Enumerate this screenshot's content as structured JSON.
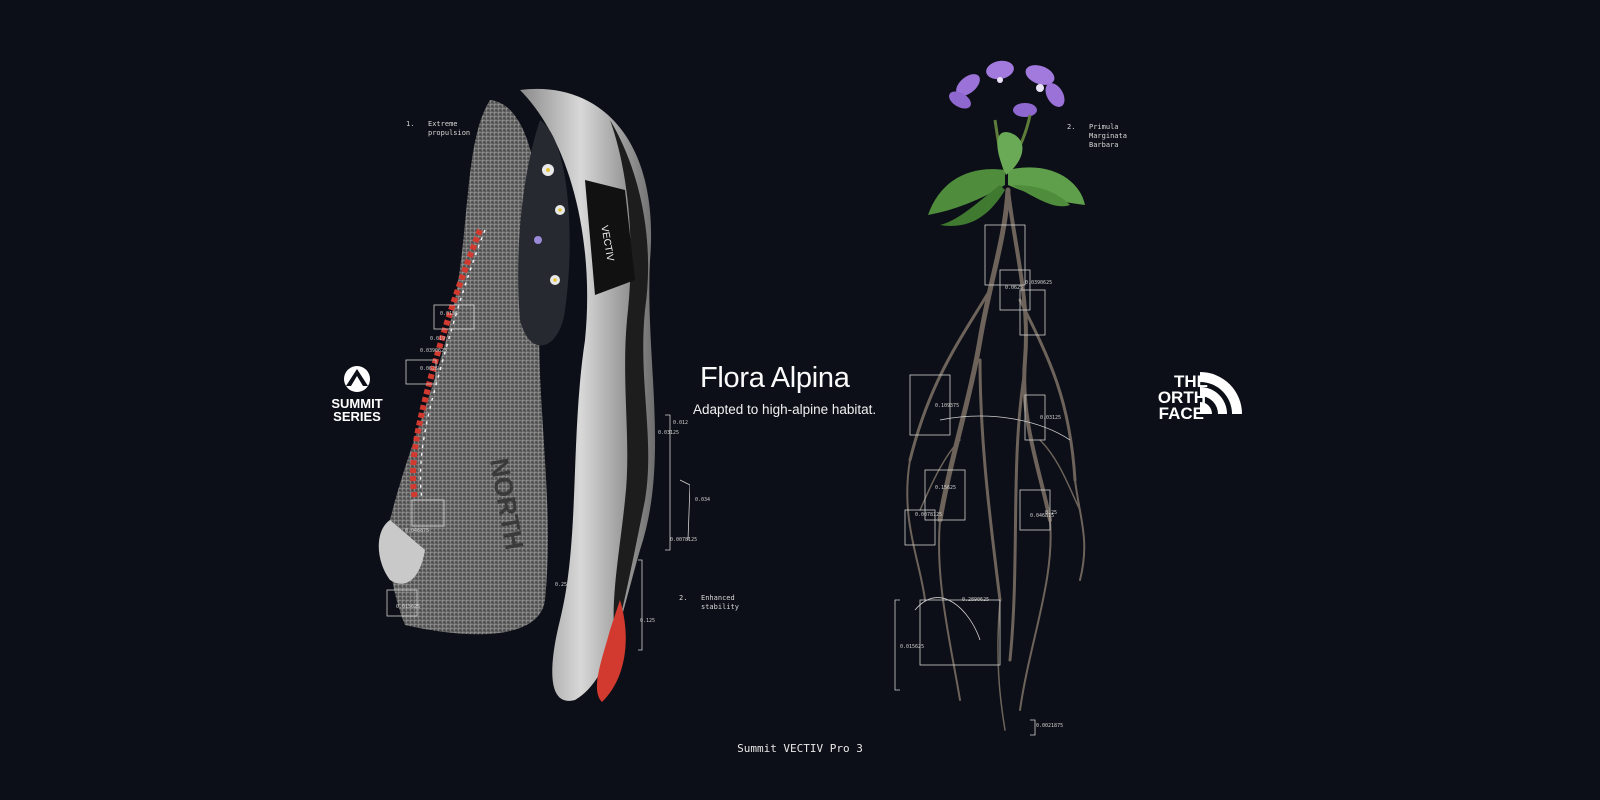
{
  "headline": {
    "title": "Flora Alpina",
    "subtitle": "Adapted to high-alpine habitat."
  },
  "product_name": "Summit VECTIV Pro 3",
  "annotations": [
    {
      "number": "1.",
      "text": "Extreme\npropulsion"
    },
    {
      "number": "2.",
      "text": "Enhanced\nstability"
    },
    {
      "number": "2.",
      "text": "Primula\nMarginata\nBarbara"
    }
  ],
  "shoe_measurements": [
    "0.0156",
    "0.0078125",
    "0.012",
    "0.03125",
    "0.0390625",
    "0.015625",
    "0.25",
    "0.046875",
    "0.125",
    "0.0625",
    "0.019",
    "0.034"
  ],
  "root_measurements": [
    "0.0390625",
    "0.03125",
    "0.109375",
    "0.0625",
    "0.15625",
    "0.0078125",
    "0.046875",
    "0.2890625",
    "0.015625",
    "0.0021875",
    "0.25"
  ],
  "logos": {
    "summit": {
      "line1": "SUMMIT",
      "line2": "SERIES"
    },
    "tnf": {
      "line1": "THE",
      "line2": "NORTH",
      "line3": "FACE"
    }
  },
  "colors": {
    "background": "#0c0f17",
    "text": "#f2f2f2",
    "flower": "#9a72d8",
    "leaf": "#5f9e4a",
    "shoe_red": "#d23a2f",
    "shoe_grey": "#c9c9c9"
  }
}
